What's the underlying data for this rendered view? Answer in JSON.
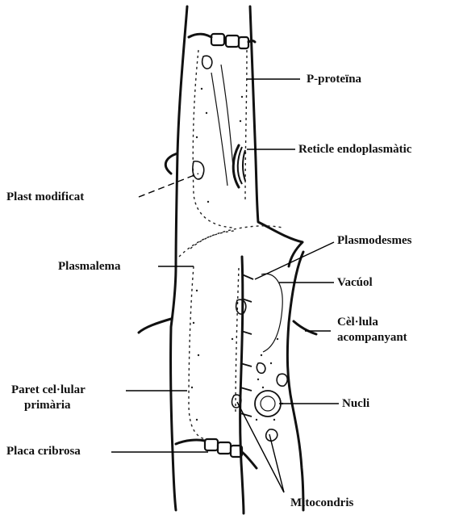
{
  "labels": {
    "p_proteina": "P-proteïna",
    "reticle": "Reticle endoplasmàtic",
    "plast": "Plast modificat",
    "plasmodesmes": "Plasmodesmes",
    "plasmalema": "Plasmalema",
    "vacuol": "Vacúol",
    "cellula_line1": "Cèl·lula",
    "cellula_line2": "acompanyant",
    "paret_line1": "Paret cel·lular",
    "paret_line2": "primària",
    "nucli": "Nucli",
    "placa": "Placa cribrosa",
    "mitocondris": "Mitocondris"
  }
}
